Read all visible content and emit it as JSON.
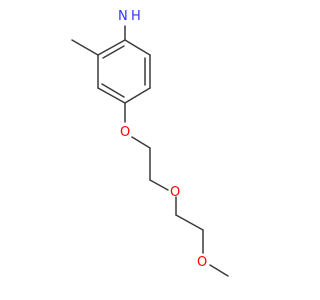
{
  "molecule": {
    "atoms": {
      "amine_n": "N",
      "amine_h": "H",
      "ether_o1": "O",
      "ether_o2": "O",
      "ether_o3": "O"
    },
    "colors": {
      "bond": "#3a3a3a",
      "oxygen": "#ff0000",
      "nitrogen": "#3333ff",
      "background": "#ffffff"
    }
  }
}
